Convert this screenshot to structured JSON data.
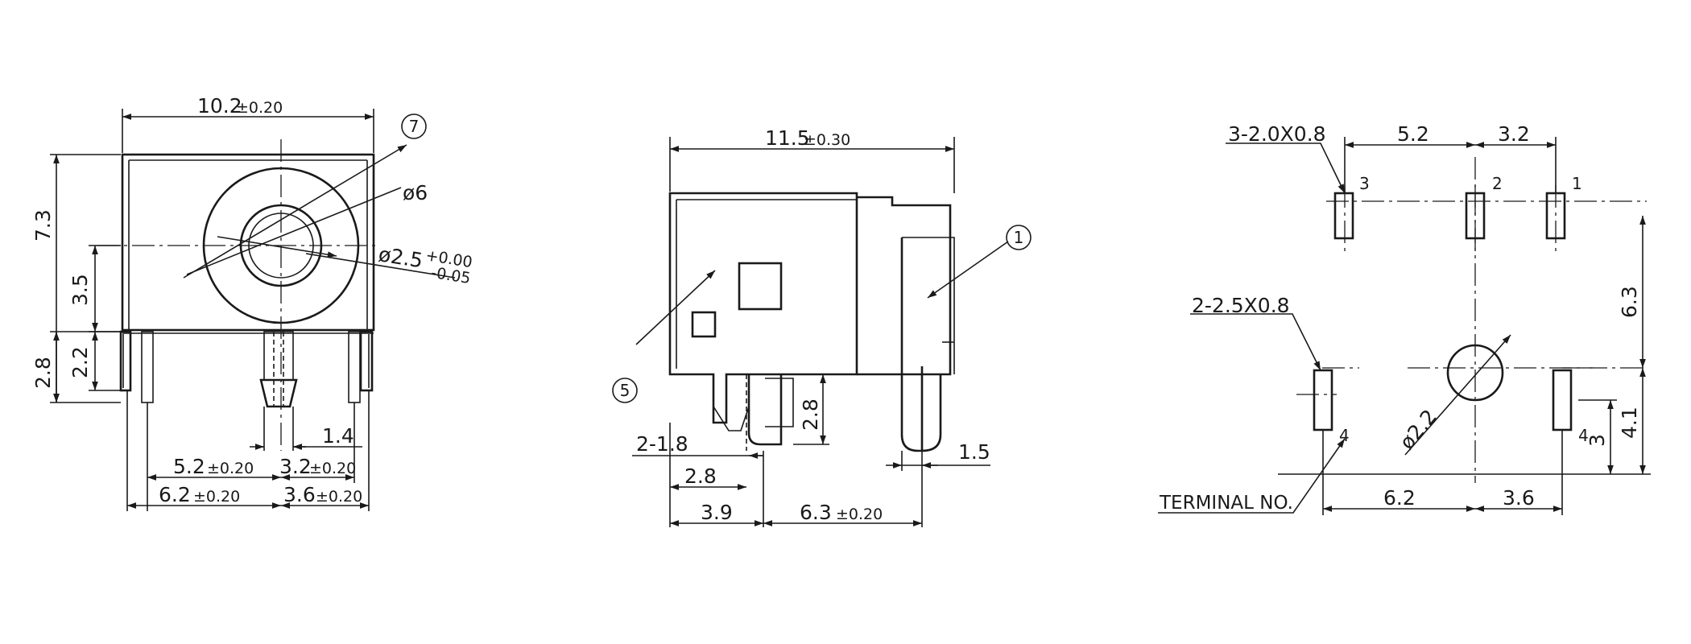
{
  "front_view": {
    "width": "10.2",
    "width_tol": "±0.20",
    "height_total": "7.3",
    "height_center": "3.5",
    "height_base": "2.8",
    "height_pin": "2.2",
    "outer_diameter": "ø6",
    "pin_diameter": "ø2.5",
    "pin_tol_upper": "+0.00",
    "pin_tol_lower": "-0.05",
    "callout_seven": "7",
    "pin_width": "1.4",
    "spacing_a": "5.2",
    "spacing_a_tol": "±0.20",
    "spacing_b": "3.2",
    "spacing_b_tol": "±0.20",
    "spacing_c": "6.2",
    "spacing_c_tol": "±0.20",
    "spacing_d": "3.6",
    "spacing_d_tol": "±0.20"
  },
  "side_view": {
    "length": "11.5",
    "length_tol": "±0.30",
    "callout_one": "1",
    "callout_five": "5",
    "leg_height": "2.8",
    "leg_width_label": "2-1.8",
    "leg_offset": "2.8",
    "leg_pos": "3.9",
    "leg_spacing": "6.3",
    "leg_spacing_tol": "±0.20",
    "tail_width": "1.5"
  },
  "pcb_layout": {
    "slot_label_a": "3-2.0X0.8",
    "slot_label_b": "2-2.5X0.8",
    "dim_52": "5.2",
    "dim_32": "3.2",
    "dim_63": "6.3",
    "dim_41": "4.1",
    "dim_3": "3",
    "dim_62": "6.2",
    "dim_36": "3.6",
    "hole_diameter": "ø2.2",
    "terminal_label": "TERMINAL NO.",
    "terminal_1": "1",
    "terminal_2": "2",
    "terminal_3": "3",
    "terminal_4a": "4",
    "terminal_4b": "4"
  }
}
